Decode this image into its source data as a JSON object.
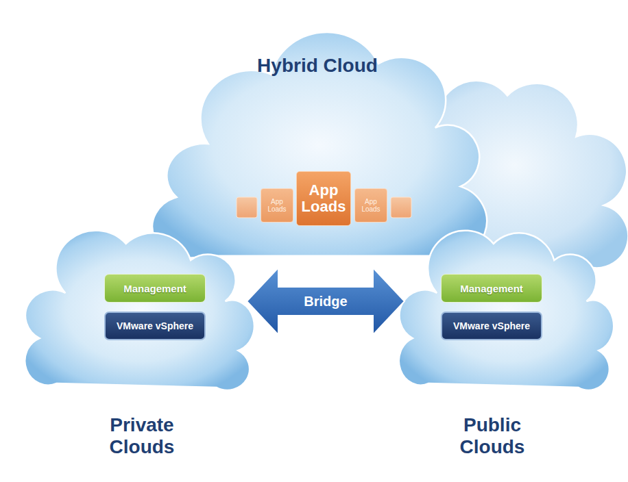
{
  "diagram": {
    "nodes": [
      {
        "text": [
          "Hybrid Cloud"
        ]
      },
      {
        "text": [
          "App Loads"
        ],
        "in": 0
      },
      {
        "text": [
          "App Loads"
        ],
        "in": 0
      },
      {
        "text": [
          "App Loads"
        ],
        "in": 0
      },
      {
        "text": [
          "Private Clouds"
        ]
      },
      {
        "text": [
          "Management"
        ],
        "in": 4
      },
      {
        "text": [
          "VMware vSphere"
        ],
        "in": 4
      },
      {
        "text": [
          "Public Clouds"
        ]
      },
      {
        "text": [
          "Management"
        ],
        "in": 7
      },
      {
        "text": [
          "VMware vSphere"
        ],
        "in": 7
      }
    ],
    "edges": [
      {
        "from": 4,
        "to": 7,
        "label": "Bridge",
        "arrow": "both"
      }
    ]
  }
}
